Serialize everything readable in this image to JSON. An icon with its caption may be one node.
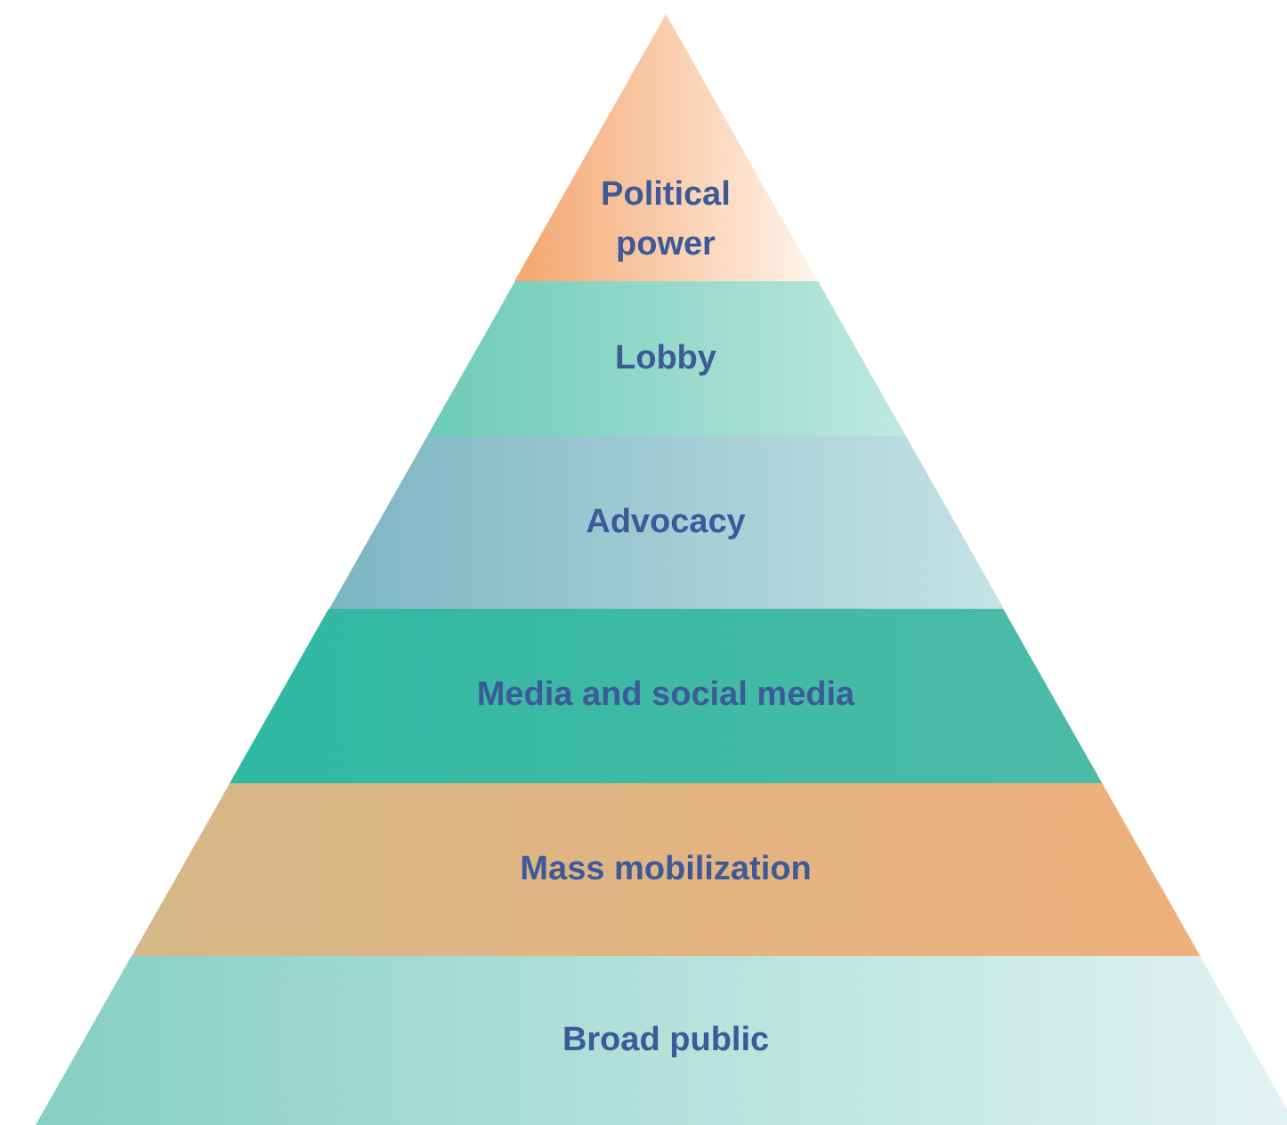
{
  "diagram": {
    "nodes": [
      {
        "text": [
          "Political power"
        ]
      },
      {
        "text": [
          "Lobby"
        ]
      },
      {
        "text": [
          "Advocacy"
        ]
      },
      {
        "text": [
          "Media and social media"
        ]
      },
      {
        "text": [
          "Mass mobilization"
        ]
      },
      {
        "text": [
          "Broad public"
        ]
      }
    ]
  }
}
